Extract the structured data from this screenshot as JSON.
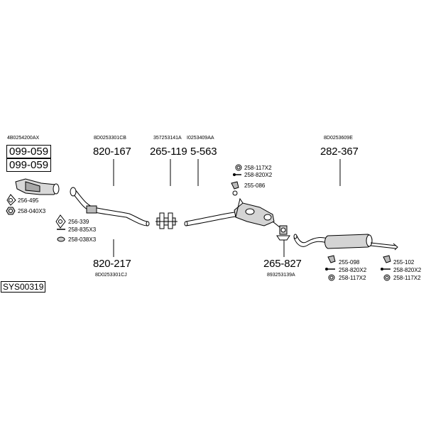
{
  "system_code": "SYS00319",
  "refs": {
    "r_4b0254200ax": "4B0254200AX",
    "r_8d0253301cb": "8D0253301CB",
    "r_357253141a": "357253141A",
    "r_i0253409aa": "I0253409AA",
    "r_8d0253609e": "8D0253609E",
    "r_8d0253301cj": "8D0253301CJ",
    "r_893253139a": "893253139A"
  },
  "parts": {
    "p_099059_a": "099-059",
    "p_099059_b": "099-059",
    "p_820167": "820-167",
    "p_265119": "265-119",
    "p_5563": "5-563",
    "p_282367": "282-367",
    "p_820217": "820-217",
    "p_265827": "265-827"
  },
  "accessories": {
    "a_256495": "256-495",
    "a_258040x3": "258-040X3",
    "a_256339": "256-339",
    "a_258835x3": "258-835X3",
    "a_258038x3": "258-038X3",
    "a_258117x2_top": "258-117X2",
    "a_258820x2_top": "258-820X2",
    "a_255086": "255-086",
    "a_255098": "255-098",
    "a_258820x2_mid": "258-820X2",
    "a_258117x2_mid": "258-117X2",
    "a_255102": "255-102",
    "a_258820x2_right": "258-820X2",
    "a_258117x2_right": "258-117X2"
  }
}
